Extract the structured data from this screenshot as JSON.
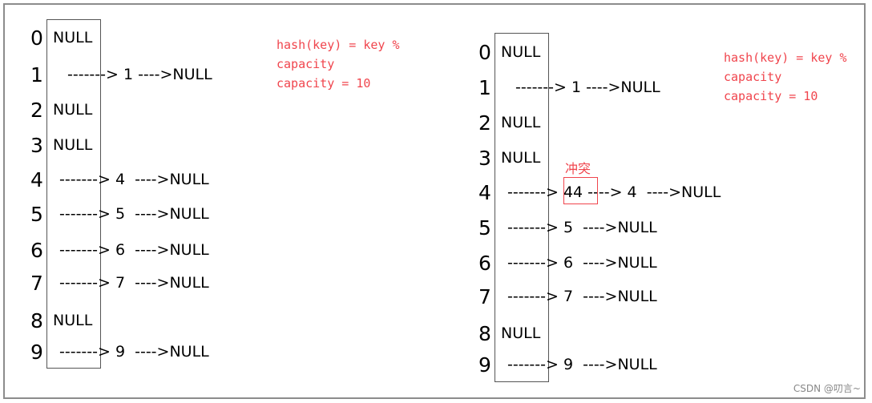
{
  "left": {
    "rows": [
      {
        "index": "0",
        "cell": "NULL",
        "chain": ""
      },
      {
        "index": "1",
        "cell": "",
        "chain": "-------> 1 ---->NULL"
      },
      {
        "index": "2",
        "cell": "NULL",
        "chain": ""
      },
      {
        "index": "3",
        "cell": "NULL",
        "chain": ""
      },
      {
        "index": "4",
        "cell": "",
        "chain": "-------> 4  ---->NULL"
      },
      {
        "index": "5",
        "cell": "",
        "chain": "-------> 5  ---->NULL"
      },
      {
        "index": "6",
        "cell": "",
        "chain": "-------> 6  ---->NULL"
      },
      {
        "index": "7",
        "cell": "",
        "chain": "-------> 7  ---->NULL"
      },
      {
        "index": "8",
        "cell": "NULL",
        "chain": ""
      },
      {
        "index": "9",
        "cell": "",
        "chain": "-------> 9  ---->NULL"
      }
    ],
    "note": "hash(key) = key %\ncapacity\ncapacity = 10"
  },
  "right": {
    "rows": [
      {
        "index": "0",
        "cell": "NULL",
        "chain": ""
      },
      {
        "index": "1",
        "cell": "",
        "chain": "-------> 1 ---->NULL"
      },
      {
        "index": "2",
        "cell": "NULL",
        "chain": ""
      },
      {
        "index": "3",
        "cell": "NULL",
        "chain": ""
      },
      {
        "index": "4",
        "cell": "",
        "chain": "-------> 44 ----> 4  ---->NULL"
      },
      {
        "index": "5",
        "cell": "",
        "chain": "-------> 5  ---->NULL"
      },
      {
        "index": "6",
        "cell": "",
        "chain": "-------> 6  ---->NULL"
      },
      {
        "index": "7",
        "cell": "",
        "chain": "-------> 7  ---->NULL"
      },
      {
        "index": "8",
        "cell": "NULL",
        "chain": ""
      },
      {
        "index": "9",
        "cell": "",
        "chain": "-------> 9  ---->NULL"
      }
    ],
    "note": "hash(key) = key %\ncapacity\ncapacity = 10",
    "conflict_label": "冲突",
    "conflict_value": "44"
  },
  "watermark": "CSDN @叨言~"
}
